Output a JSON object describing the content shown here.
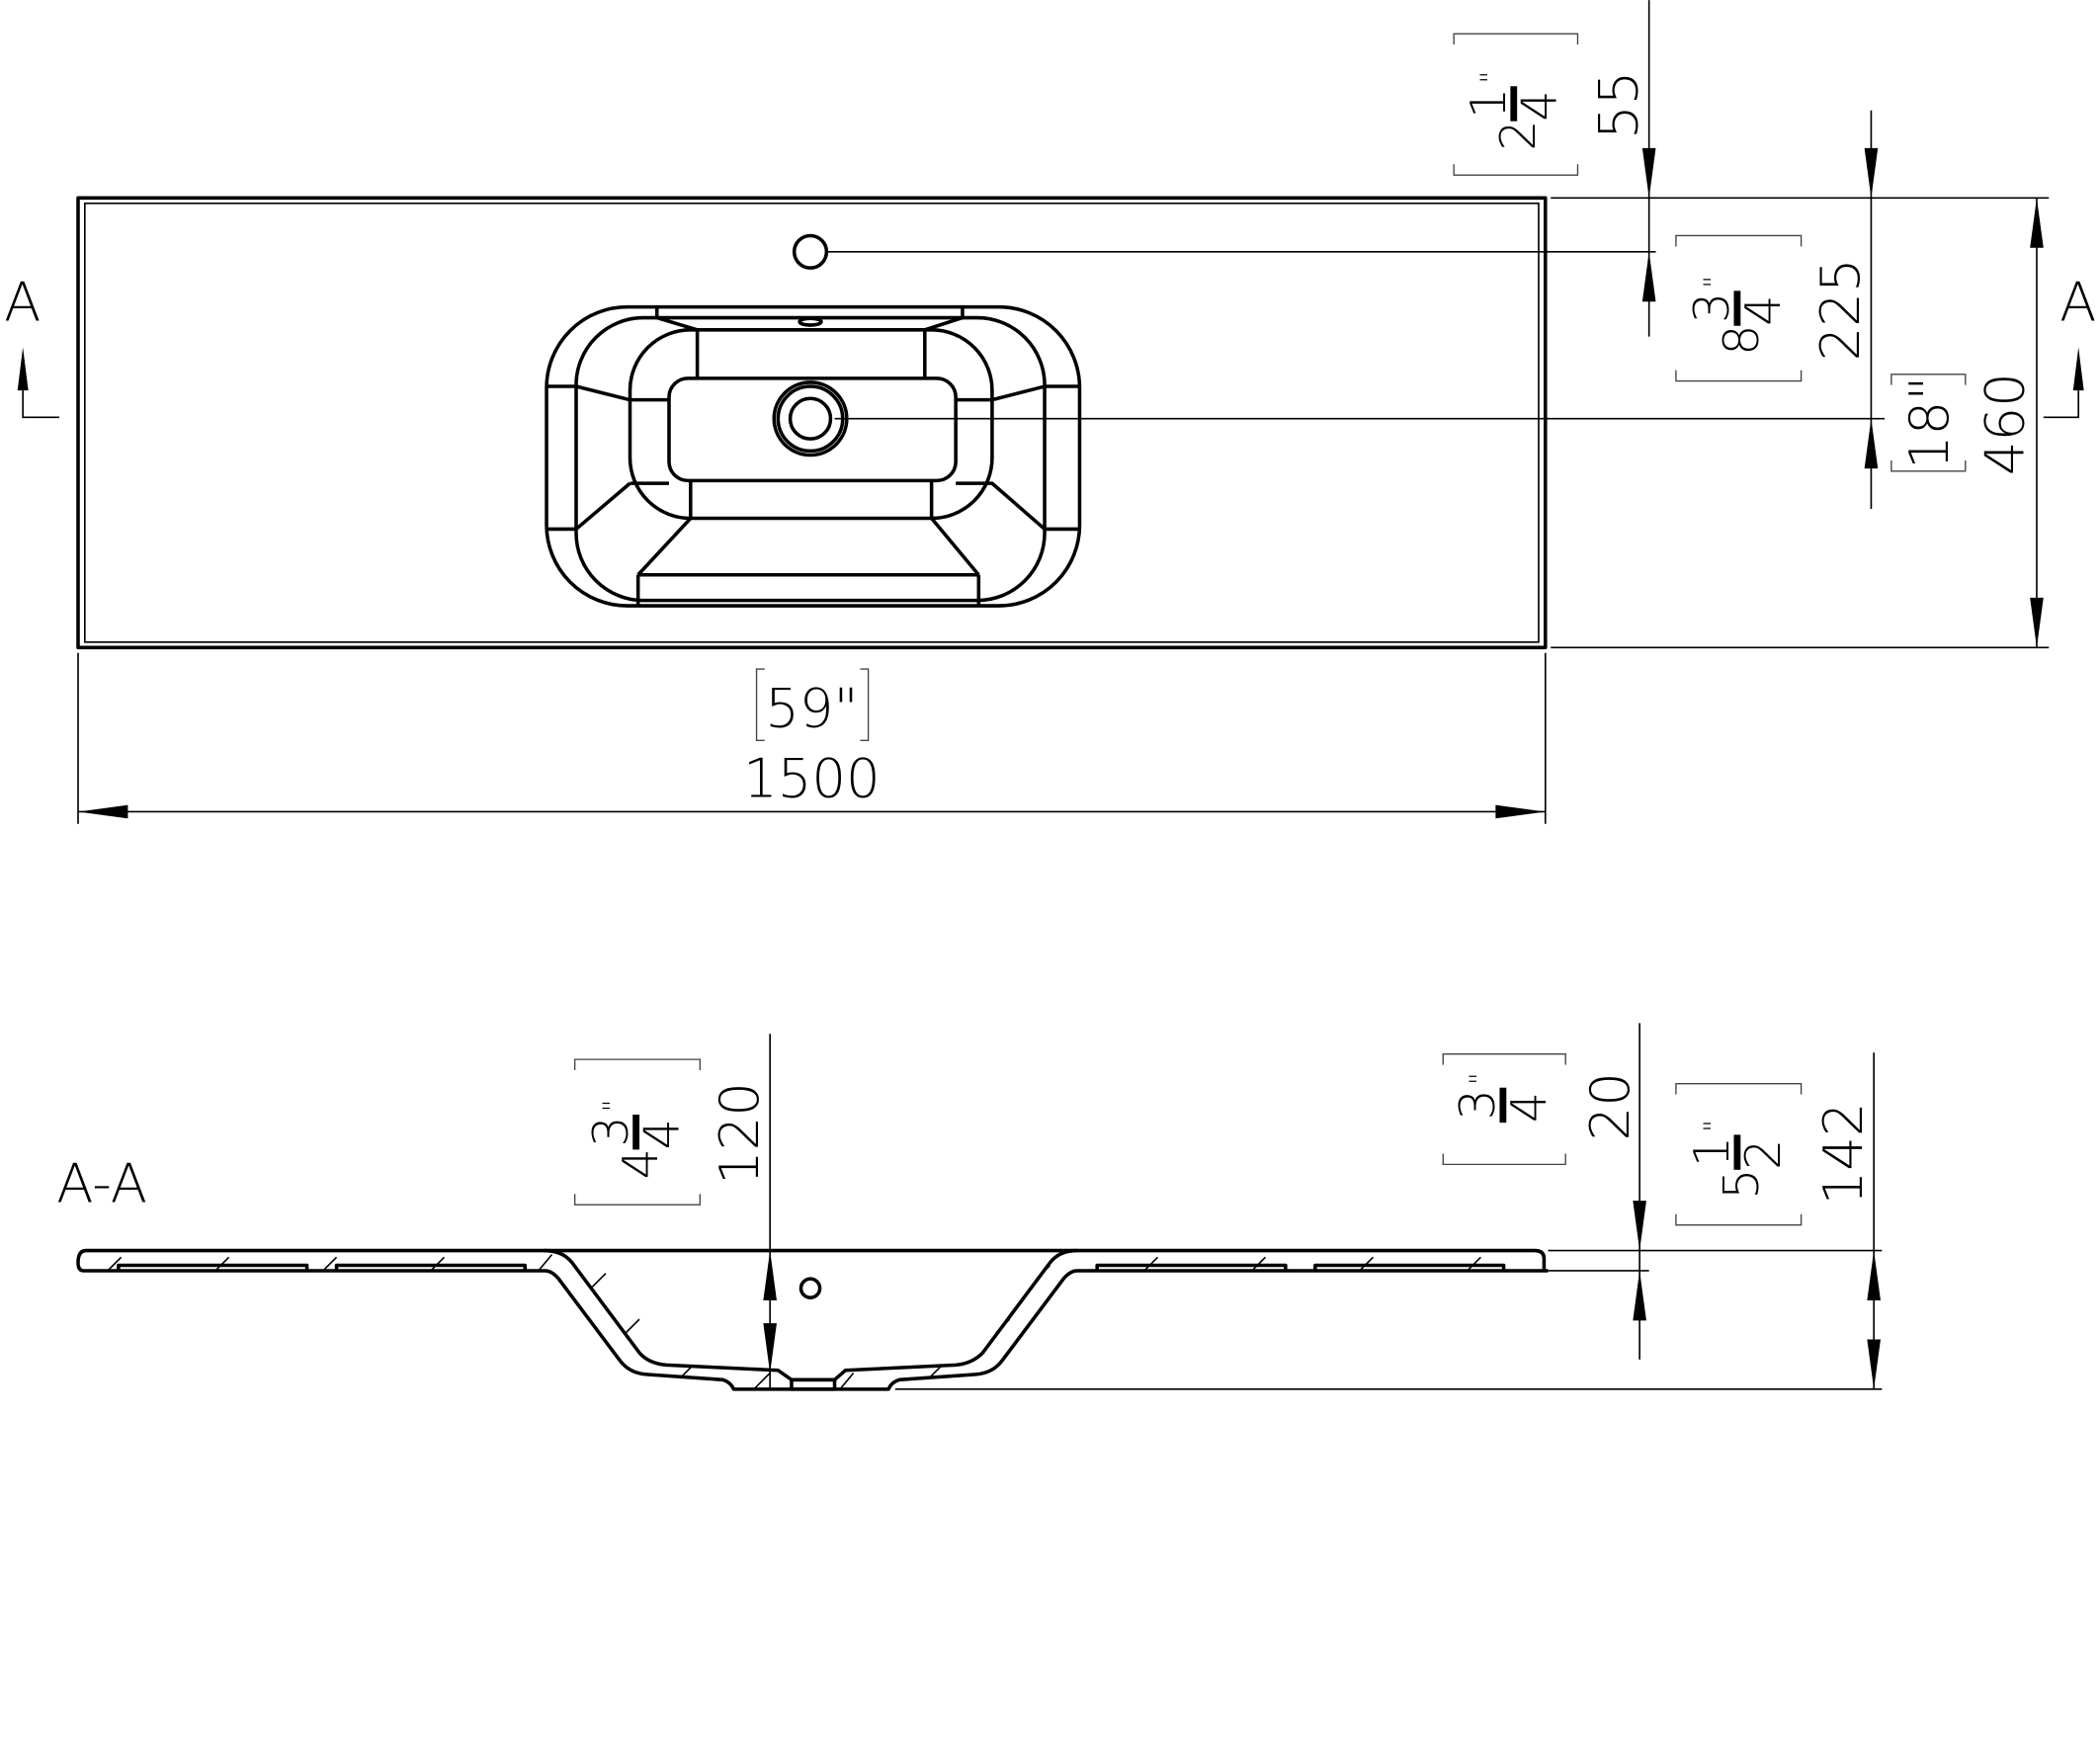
{
  "top_view": {
    "section_marker_left": "A",
    "section_marker_right": "A",
    "width_mm": "1500",
    "width_in": "59\"",
    "depth_mm": "460",
    "depth_in": "18\"",
    "faucet_offset_mm": "55",
    "faucet_offset_in": {
      "whole": "2",
      "num": "1",
      "den": "4",
      "unit": "\""
    },
    "drain_offset_mm": "225",
    "drain_offset_in": {
      "whole": "8",
      "num": "3",
      "den": "4",
      "unit": "\""
    }
  },
  "section_view": {
    "title": "A-A",
    "basin_depth_mm": "120",
    "basin_depth_in": {
      "whole": "4",
      "num": "3",
      "den": "4",
      "unit": "\""
    },
    "top_thickness_mm": "20",
    "top_thickness_in": {
      "num": "3",
      "den": "4",
      "unit": "\""
    },
    "total_height_mm": "142",
    "total_height_in": {
      "whole": "5",
      "num": "1",
      "den": "2",
      "unit": "\""
    }
  }
}
